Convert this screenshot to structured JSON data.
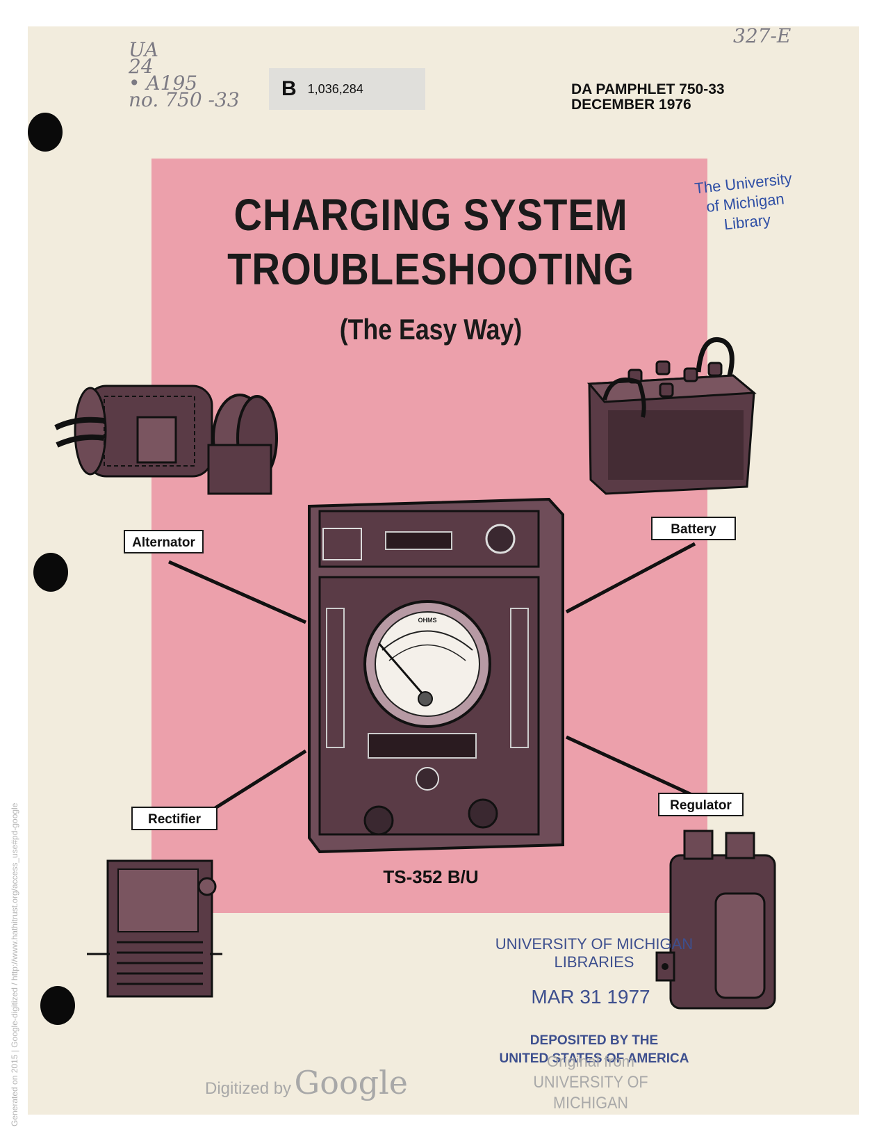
{
  "handwritten": {
    "callnumber_lines": [
      "UA",
      "24",
      "• A195",
      "no. 750 -33"
    ],
    "corner_note": "327-E"
  },
  "barcode": {
    "letter": "B",
    "number": "1,036,284"
  },
  "publication": {
    "line1": "DA PAMPHLET 750-33",
    "line2": "DECEMBER 1976"
  },
  "library_stamp": [
    "The University",
    "of Michigan",
    "Library"
  ],
  "title": {
    "line1": "CHARGING SYSTEM",
    "line2": "TROUBLESHOOTING"
  },
  "subtitle": "(The Easy Way)",
  "components": {
    "alternator": "Alternator",
    "battery": "Battery",
    "rectifier": "Rectifier",
    "regulator": "Regulator"
  },
  "meter": {
    "model": "TS-352 B/U",
    "dial_label": "OHMS"
  },
  "receipt_stamp": {
    "line1": "UNIVERSITY OF MICHIGAN",
    "line2": "LIBRARIES",
    "date": "MAR 31 1977",
    "line3": "DEPOSITED BY THE",
    "line4": "UNITED STATES OF AMERICA"
  },
  "footer": {
    "digitized_prefix": "Digitized by",
    "digitized_brand": "Google",
    "original_line1": "Original from",
    "original_line2": "UNIVERSITY OF MICHIGAN"
  },
  "side_watermark": "Generated on 2015 | Google-digitized / http://www.hathitrust.org/access_use#pd-google",
  "colors": {
    "pink_panel": "#eca0ab",
    "paper": "#f2ecdd",
    "stamp_blue": "#2f4fa5",
    "illustration": "#5a3b46"
  }
}
